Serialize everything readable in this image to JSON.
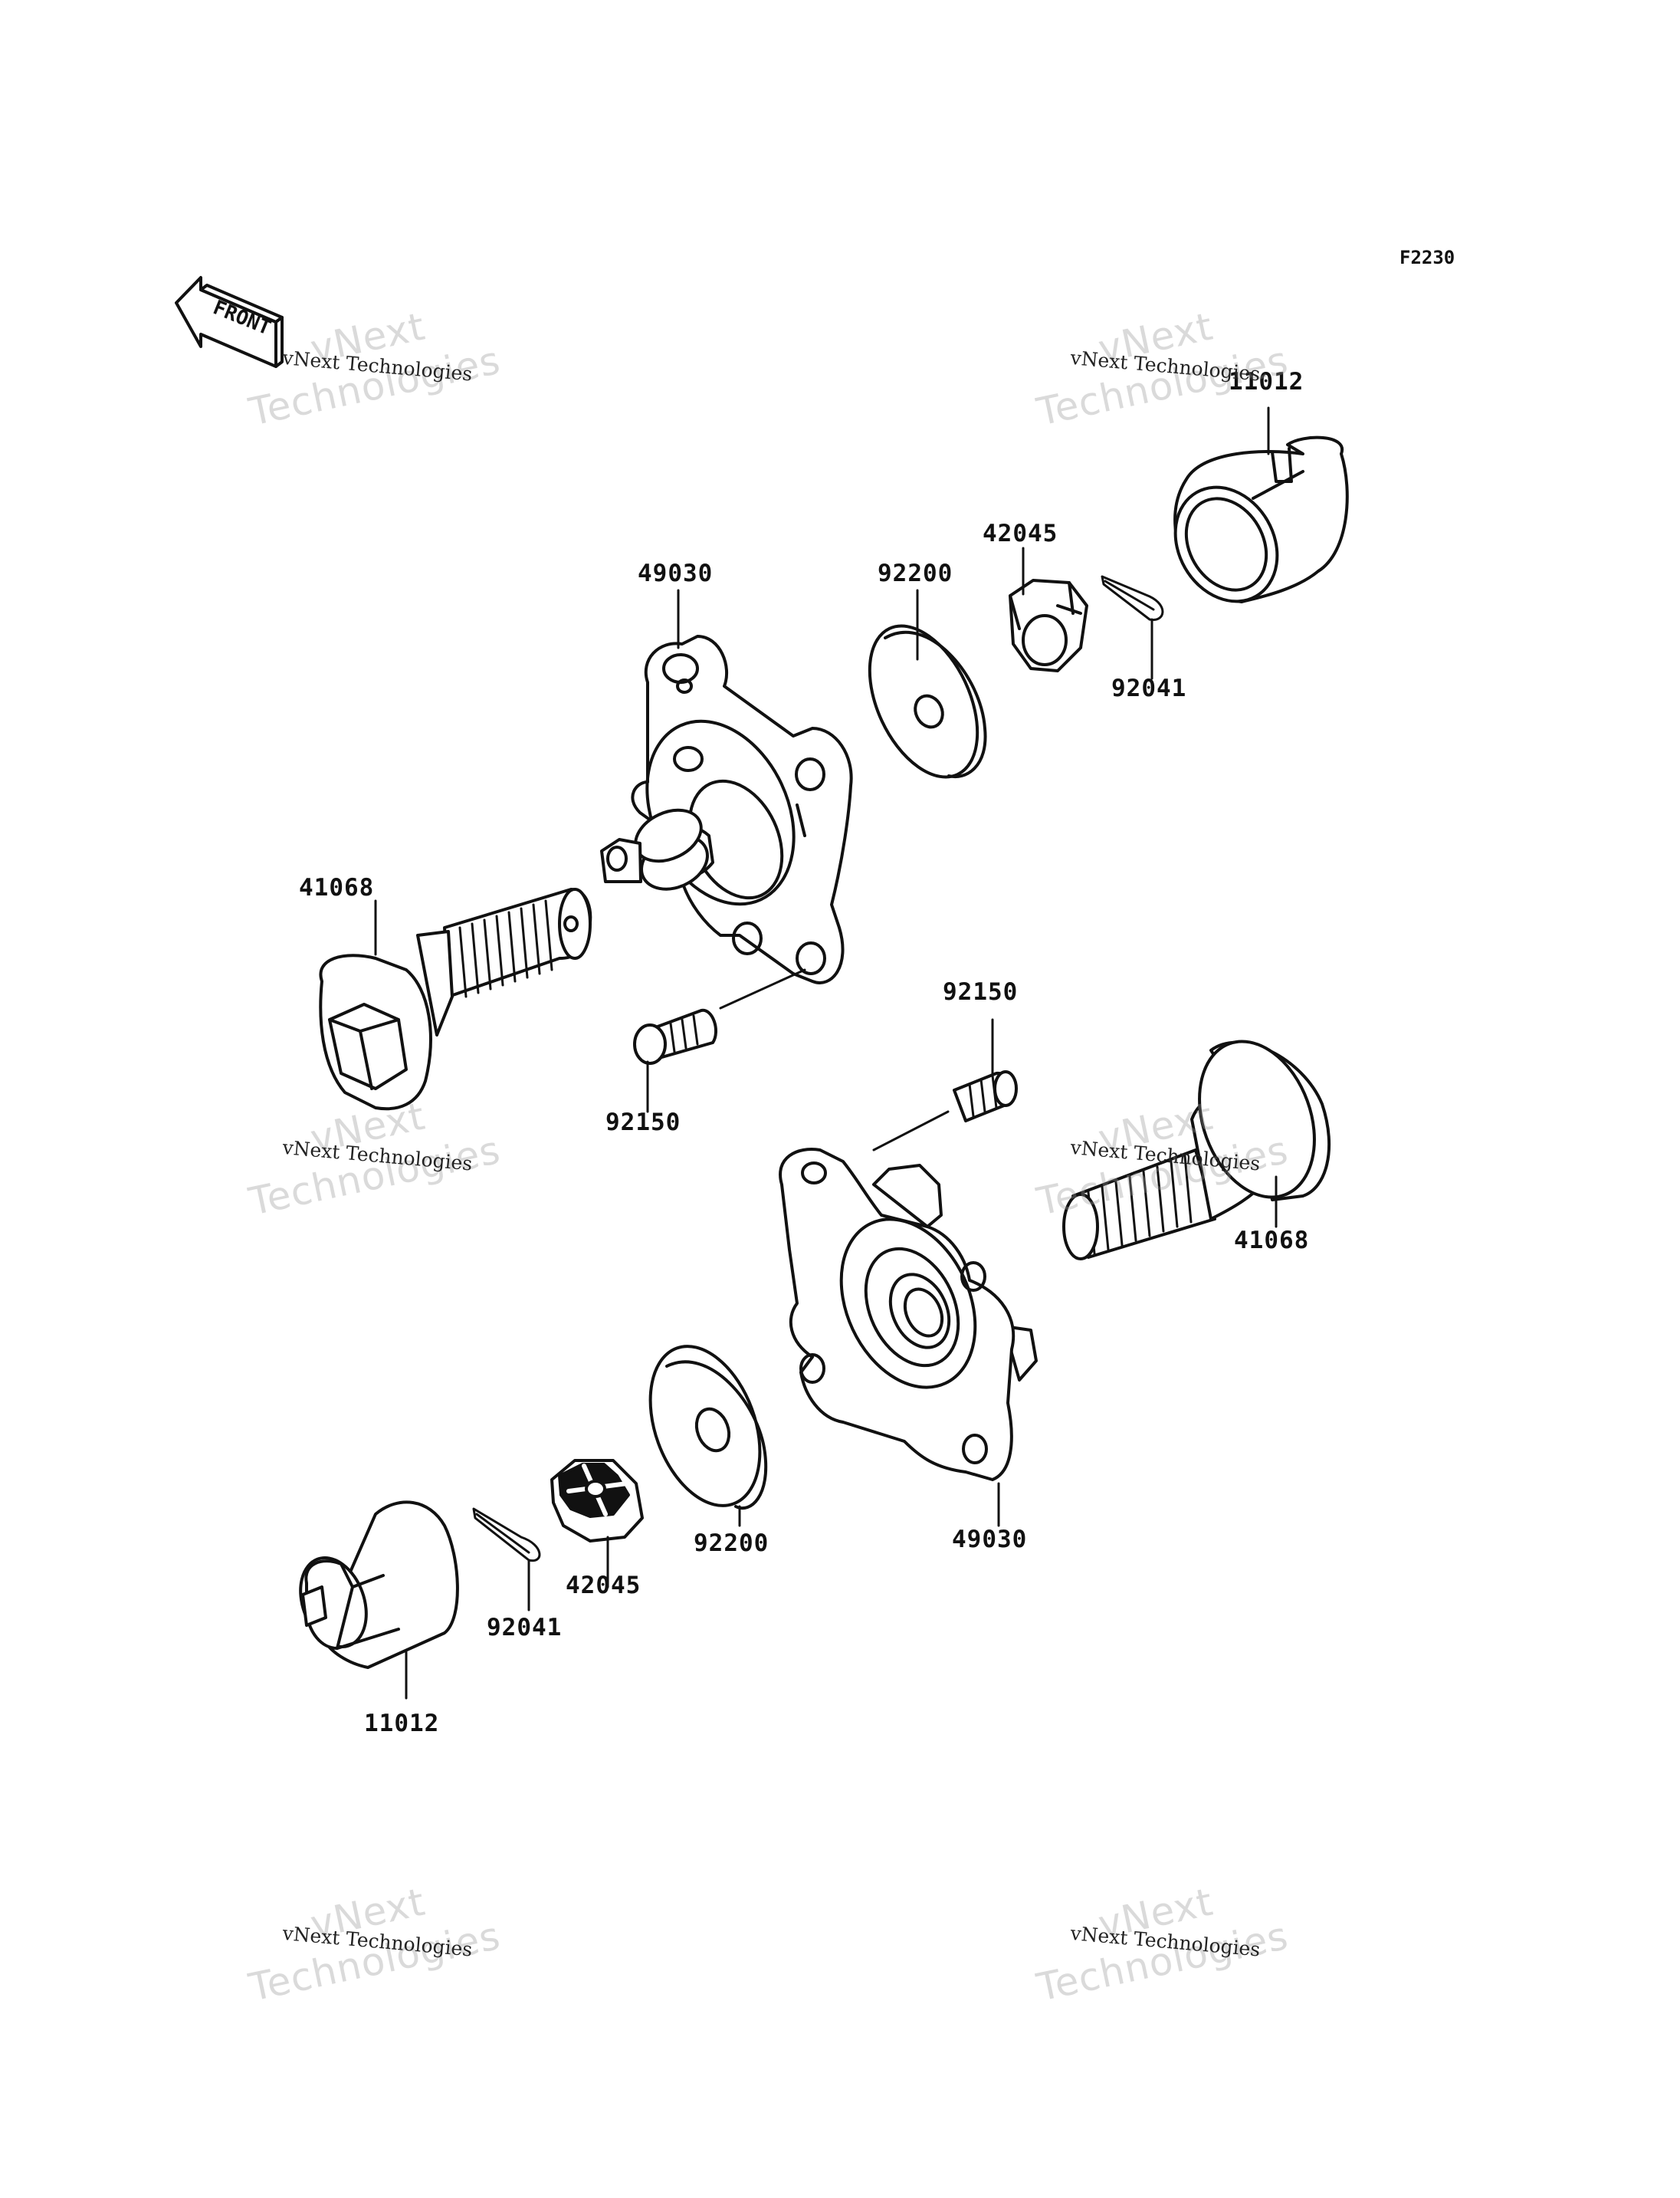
{
  "figure_code": "F2230",
  "front_label": "FRONT",
  "parts": [
    {
      "id": "p49030a",
      "number": "49030"
    },
    {
      "id": "p92200a",
      "number": "92200"
    },
    {
      "id": "p42045a",
      "number": "42045"
    },
    {
      "id": "p92041a",
      "number": "92041"
    },
    {
      "id": "p11012a",
      "number": "11012"
    },
    {
      "id": "p41068a",
      "number": "41068"
    },
    {
      "id": "p92150a",
      "number": "92150"
    },
    {
      "id": "p92150b",
      "number": "92150"
    },
    {
      "id": "p41068b",
      "number": "41068"
    },
    {
      "id": "p49030b",
      "number": "49030"
    },
    {
      "id": "p92200b",
      "number": "92200"
    },
    {
      "id": "p42045b",
      "number": "42045"
    },
    {
      "id": "p92041b",
      "number": "92041"
    },
    {
      "id": "p11012b",
      "number": "11012"
    }
  ],
  "watermark": {
    "line1": "vNext Technologies",
    "line2a": "vNext",
    "line2b": "Technologies"
  },
  "colors": {
    "line": "#111111",
    "background": "#ffffff",
    "watermark": "#9a9a9a"
  }
}
